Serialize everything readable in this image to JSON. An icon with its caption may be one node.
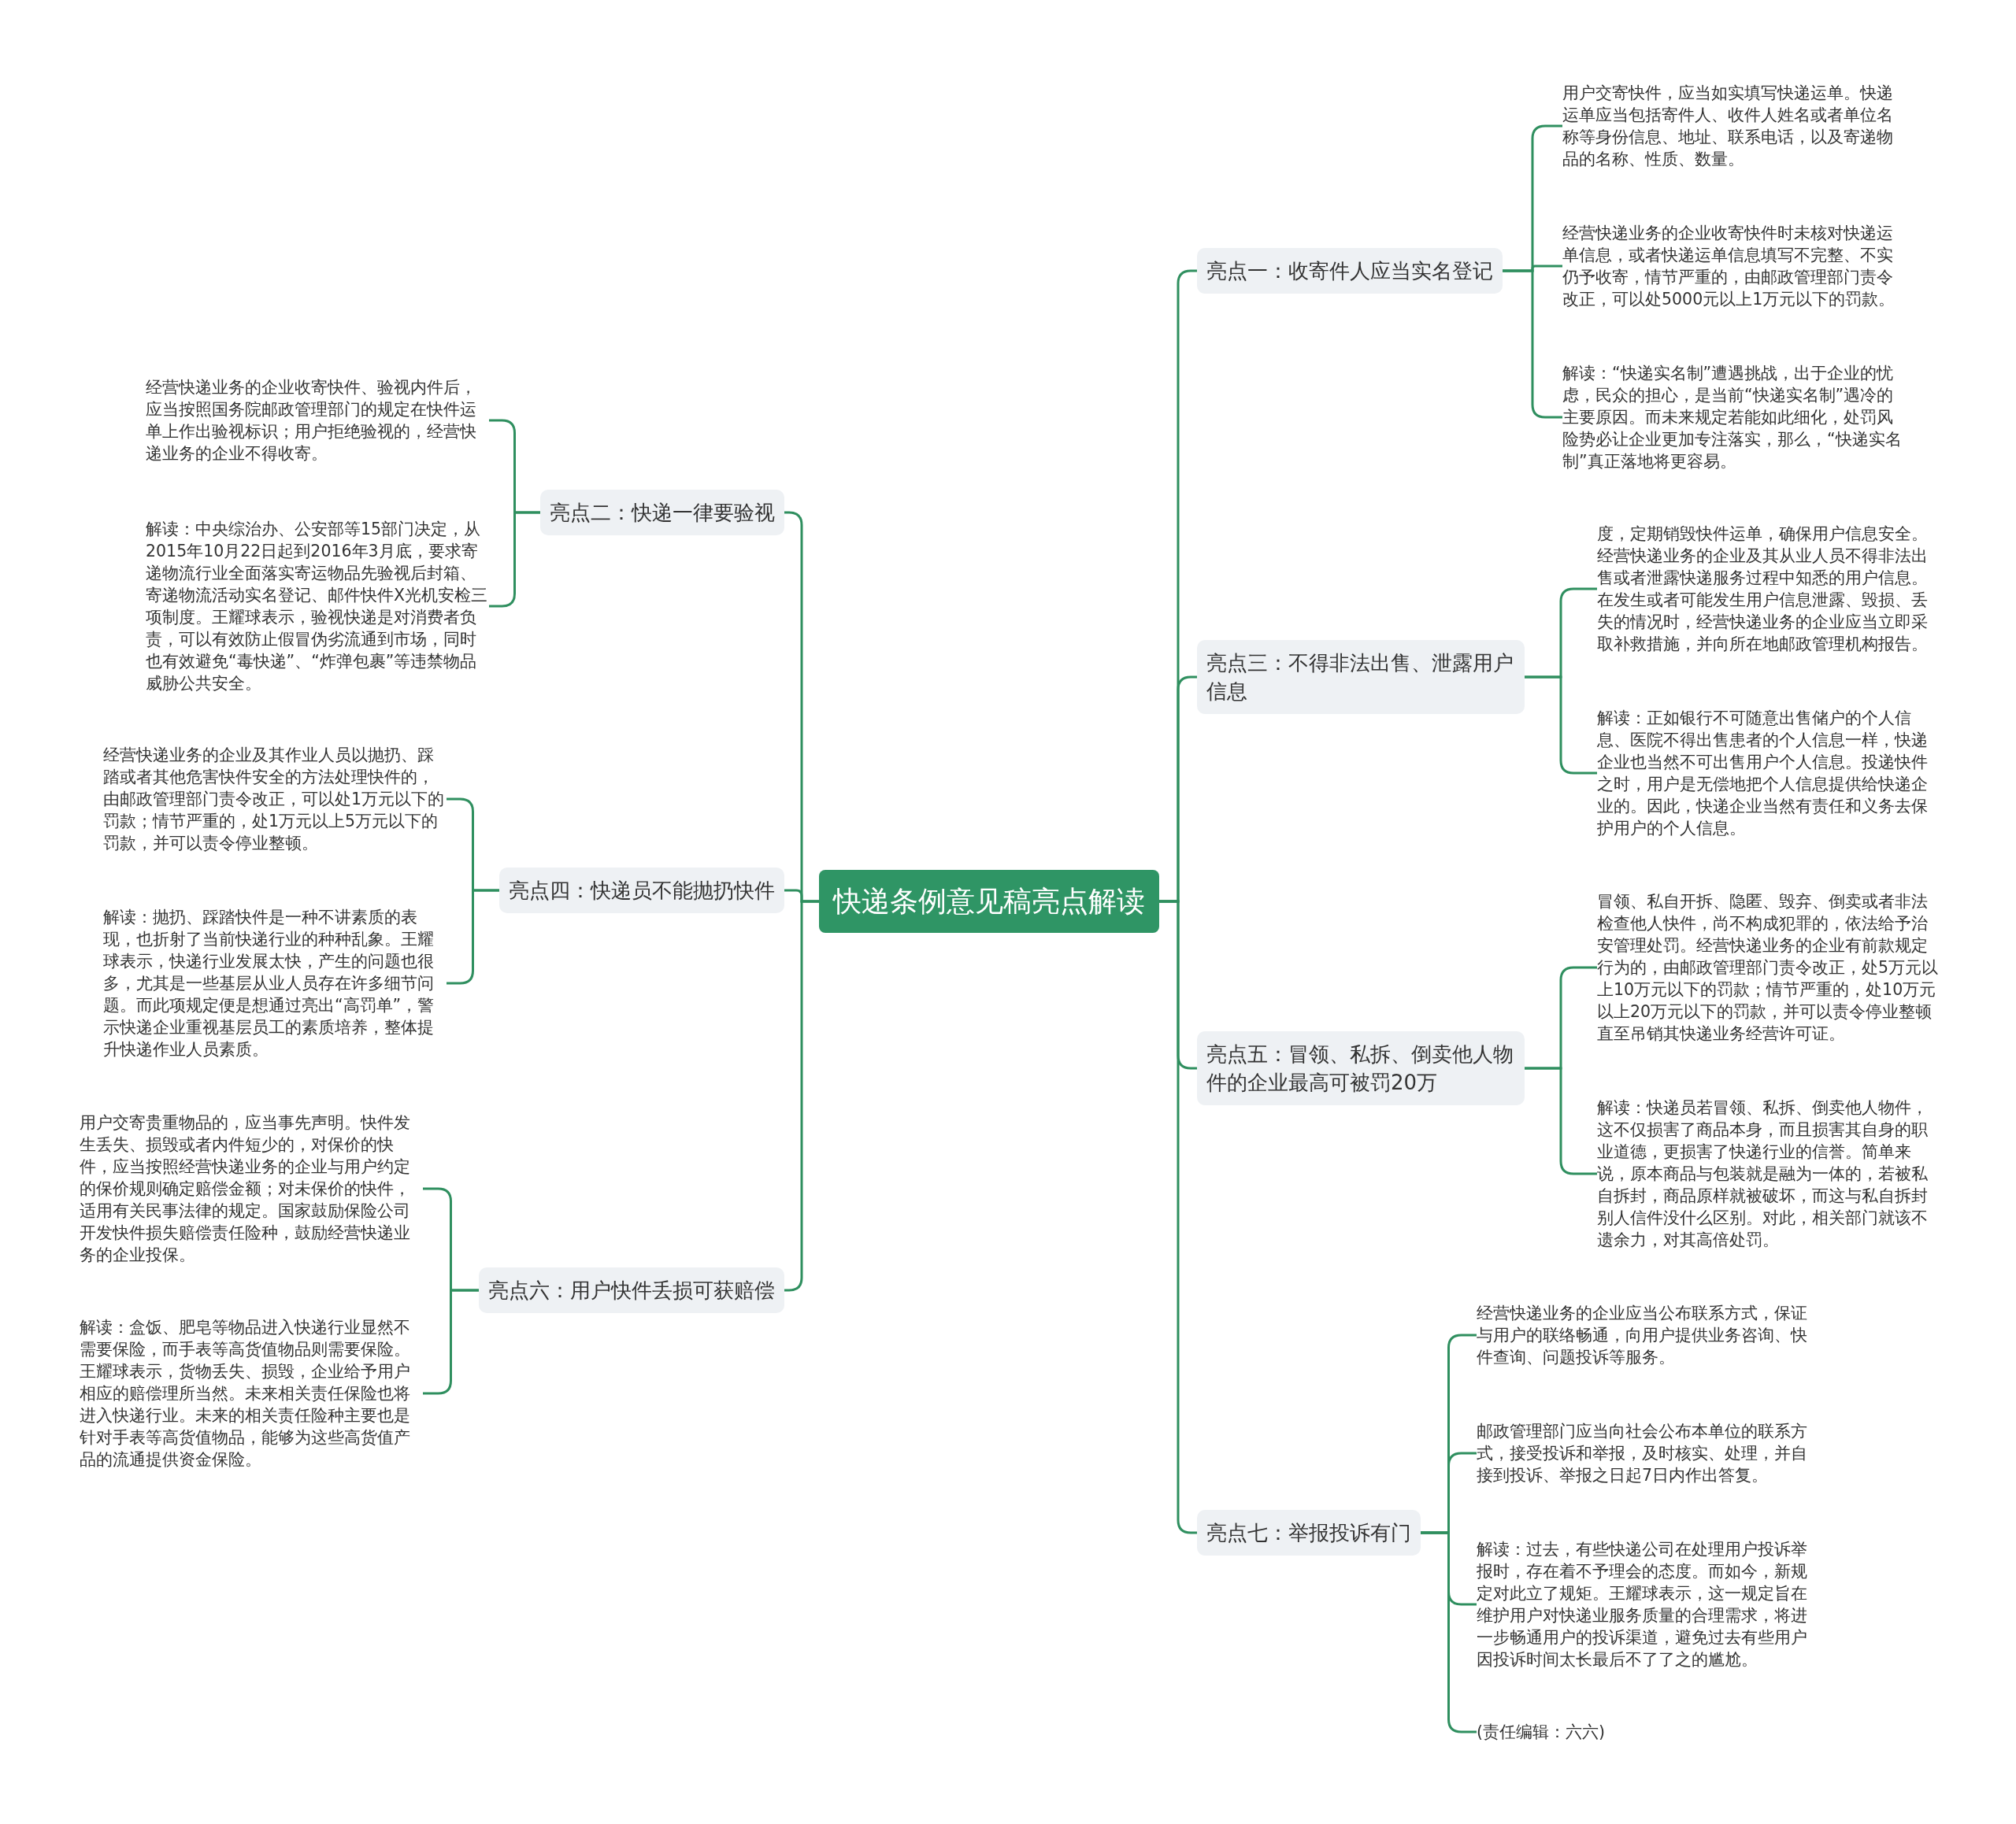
{
  "diagram": {
    "nodes": [
      {
        "text": [
          "快递条例意见稿亮点解读"
        ]
      },
      {
        "text": [
          "亮点一：收寄件人应当实名登记"
        ]
      },
      {
        "text": [
          "用户交寄快件，应当如实填写快递运单。快递运单应当包括寄件人、收件人姓名或者单位名称等身份信息、地址、联系电话，以及寄递物品的名称、性质、数量。"
        ]
      },
      {
        "text": [
          "经营快递业务的企业收寄快件时未核对快递运单信息，或者快递运单信息填写不完整、不实仍予收寄，情节严重的，由邮政管理部门责令改正，可以处5000元以上1万元以下的罚款。"
        ]
      },
      {
        "text": [
          "解读：“快递实名制”遭遇挑战，出于企业的忧虑，民众的担心，是当前“快递实名制”遇冷的主要原因。而未来规定若能如此细化，处罚风险势必让企业更加专注落实，那么，“快递实名制”真正落地将更容易。"
        ]
      },
      {
        "text": [
          "亮点二：快递一律要验视"
        ]
      },
      {
        "text": [
          "经营快递业务的企业收寄快件、验视内件后，应当按照国务院邮政管理部门的规定在快件运单上作出验视标识；用户拒绝验视的，经营快递业务的企业不得收寄。"
        ]
      },
      {
        "text": [
          "解读：中央综治办、公安部等15部门决定，从2015年10月22日起到2016年3月底，要求寄递物流行业全面落实寄运物品先验视后封箱、寄递物流活动实名登记、邮件快件X光机安检三项制度。王耀球表示，验视快递是对消费者负责，可以有效防止假冒伪劣流通到市场，同时也有效避免“毒快递”、“炸弹包裹”等违禁物品威胁公共安全。"
        ]
      },
      {
        "text": [
          "亮点三：不得非法出售、泄露用户信息"
        ]
      },
      {
        "text": [
          "度，定期销毁快件运单，确保用户信息安全。经营快递业务的企业及其从业人员不得非法出售或者泄露快递服务过程中知悉的用户信息。在发生或者可能发生用户信息泄露、毁损、丢失的情况时，经营快递业务的企业应当立即采取补救措施，并向所在地邮政管理机构报告。"
        ]
      },
      {
        "text": [
          "解读：正如银行不可随意出售储户的个人信息、医院不得出售患者的个人信息一样，快递企业也当然不可出售用户个人信息。投递快件之时，用户是无偿地把个人信息提供给快递企业的。因此，快递企业当然有责任和义务去保护用户的个人信息。"
        ]
      },
      {
        "text": [
          "亮点四：快递员不能抛扔快件"
        ]
      },
      {
        "text": [
          "经营快递业务的企业及其作业人员以抛扔、踩踏或者其他危害快件安全的方法处理快件的，由邮政管理部门责令改正，可以处1万元以下的罚款；情节严重的，处1万元以上5万元以下的罚款，并可以责令停业整顿。"
        ]
      },
      {
        "text": [
          "解读：抛扔、踩踏快件是一种不讲素质的表现，也折射了当前快递行业的种种乱象。王耀球表示，快递行业发展太快，产生的问题也很多，尤其是一些基层从业人员存在许多细节问题。而此项规定便是想通过亮出“高罚单”，警示快递企业重视基层员工的素质培养，整体提升快递作业人员素质。"
        ]
      },
      {
        "text": [
          "亮点五：冒领、私拆、倒卖他人物件的企业最高可被罚20万"
        ]
      },
      {
        "text": [
          "冒领、私自开拆、隐匿、毁弃、倒卖或者非法检查他人快件，尚不构成犯罪的，依法给予治安管理处罚。经营快递业务的企业有前款规定行为的，由邮政管理部门责令改正，处5万元以上10万元以下的罚款；情节严重的，处10万元以上20万元以下的罚款，并可以责令停业整顿直至吊销其快递业务经营许可证。"
        ]
      },
      {
        "text": [
          "解读：快递员若冒领、私拆、倒卖他人物件，这不仅损害了商品本身，而且损害其自身的职业道德，更损害了快递行业的信誉。简单来说，原本商品与包装就是融为一体的，若被私自拆封，商品原样就被破坏，而这与私自拆封别人信件没什么区别。对此，相关部门就该不遗余力，对其高倍处罚。"
        ]
      },
      {
        "text": [
          "亮点六：用户快件丢损可获赔偿"
        ]
      },
      {
        "text": [
          "用户交寄贵重物品的，应当事先声明。快件发生丢失、损毁或者内件短少的，对保价的快件，应当按照经营快递业务的企业与用户约定的保价规则确定赔偿金额；对未保价的快件，适用有关民事法律的规定。国家鼓励保险公司开发快件损失赔偿责任险种，鼓励经营快递业务的企业投保。"
        ]
      },
      {
        "text": [
          "解读：盒饭、肥皂等物品进入快递行业显然不需要保险，而手表等高货值物品则需要保险。王耀球表示，货物丢失、损毁，企业给予用户相应的赔偿理所当然。未来相关责任保险也将进入快递行业。未来的相关责任险种主要也是针对手表等高货值物品，能够为这些高货值产品的流通提供资金保险。"
        ]
      },
      {
        "text": [
          "亮点七：举报投诉有门"
        ]
      },
      {
        "text": [
          "经营快递业务的企业应当公布联系方式，保证与用户的联络畅通，向用户提供业务咨询、快件查询、问题投诉等服务。"
        ]
      },
      {
        "text": [
          "邮政管理部门应当向社会公布本单位的联系方式，接受投诉和举报，及时核实、处理，并自接到投诉、举报之日起7日内作出答复。"
        ]
      },
      {
        "text": [
          "解读：过去，有些快递公司在处理用户投诉举报时，存在着不予理会的态度。而如今，新规定对此立了规矩。王耀球表示，这一规定旨在维护用户对快递业服务质量的合理需求，将进一步畅通用户的投诉渠道，避免过去有些用户因投诉时间太长最后不了了之的尴尬。"
        ]
      },
      {
        "text": [
          "(责任编辑：六六)"
        ]
      }
    ],
    "edges": [
      {
        "from": 0,
        "to": 1,
        "arrow": "none"
      },
      {
        "from": 1,
        "to": 2,
        "arrow": "none"
      },
      {
        "from": 1,
        "to": 3,
        "arrow": "none"
      },
      {
        "from": 1,
        "to": 4,
        "arrow": "none"
      },
      {
        "from": 0,
        "to": 5,
        "arrow": "none"
      },
      {
        "from": 5,
        "to": 6,
        "arrow": "none"
      },
      {
        "from": 5,
        "to": 7,
        "arrow": "none"
      },
      {
        "from": 0,
        "to": 8,
        "arrow": "none"
      },
      {
        "from": 8,
        "to": 9,
        "arrow": "none"
      },
      {
        "from": 8,
        "to": 10,
        "arrow": "none"
      },
      {
        "from": 0,
        "to": 11,
        "arrow": "none"
      },
      {
        "from": 11,
        "to": 12,
        "arrow": "none"
      },
      {
        "from": 11,
        "to": 13,
        "arrow": "none"
      },
      {
        "from": 0,
        "to": 14,
        "arrow": "none"
      },
      {
        "from": 14,
        "to": 15,
        "arrow": "none"
      },
      {
        "from": 14,
        "to": 16,
        "arrow": "none"
      },
      {
        "from": 0,
        "to": 17,
        "arrow": "none"
      },
      {
        "from": 17,
        "to": 18,
        "arrow": "none"
      },
      {
        "from": 17,
        "to": 19,
        "arrow": "none"
      },
      {
        "from": 0,
        "to": 20,
        "arrow": "none"
      },
      {
        "from": 20,
        "to": 21,
        "arrow": "none"
      },
      {
        "from": 20,
        "to": 22,
        "arrow": "none"
      },
      {
        "from": 20,
        "to": 23,
        "arrow": "none"
      },
      {
        "from": 20,
        "to": 24,
        "arrow": "none"
      }
    ]
  }
}
